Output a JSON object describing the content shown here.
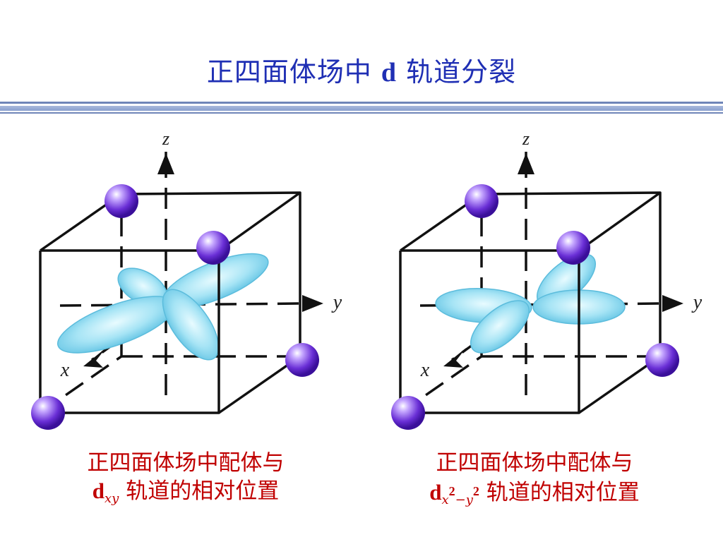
{
  "title": {
    "prefix": "正四面体场中",
    "d": "d",
    "suffix": "轨道分裂"
  },
  "axes": {
    "x": "x",
    "y": "y",
    "z": "z"
  },
  "captions": {
    "left": {
      "line1": "正四面体场中配体与",
      "symbol": "d",
      "subscript": "xy",
      "rest": "轨道的相对位置"
    },
    "right": {
      "line1": "正四面体场中配体与",
      "symbol": "d",
      "sub1": "x",
      "sup1": "2",
      "dash": "−",
      "sub2": "y",
      "sup2": "2",
      "rest": "轨道的相对位置"
    }
  },
  "colors": {
    "title": "#1f2fb4",
    "caption": "#c00000",
    "rule": "#6f85b8",
    "lobe": "#8fdaf0",
    "ligand": "#7a3fe0"
  }
}
